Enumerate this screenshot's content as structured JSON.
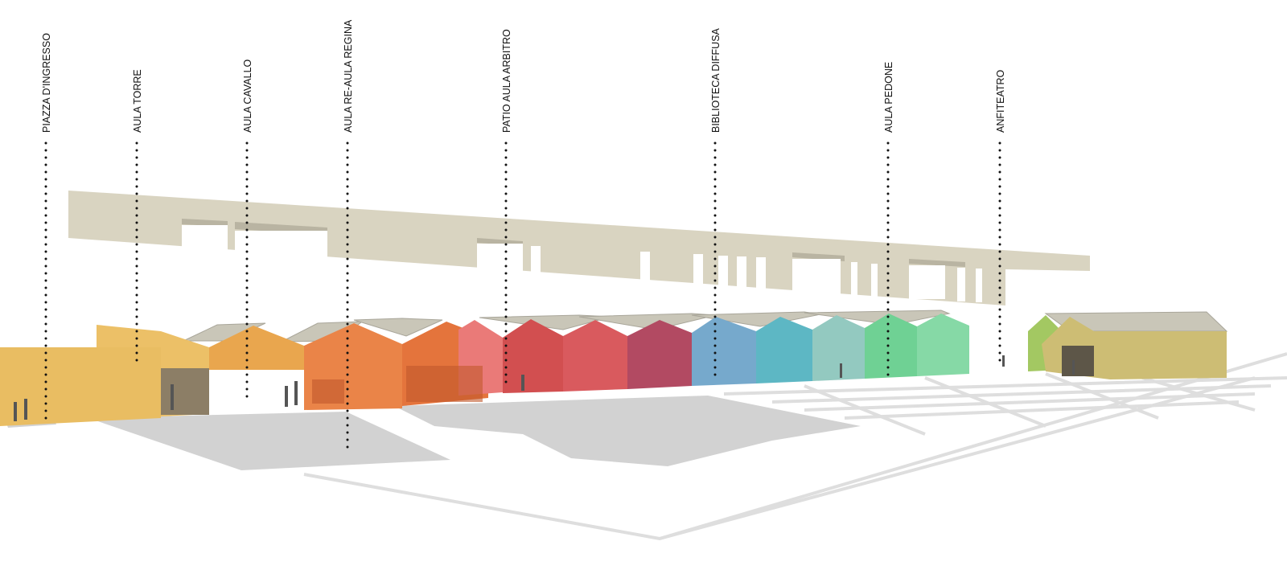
{
  "title": "Sezione prospettica - scuola",
  "labels": [
    {
      "text": "PIAZZA D'INGRESSO"
    },
    {
      "text": "AULA TORRE"
    },
    {
      "text": "AULA CAVALLO"
    },
    {
      "text": "AULA RE-AULA REGINA"
    },
    {
      "text": "PATIO AULA ARBITRO"
    },
    {
      "text": "BIBLIOTECA DIFFUSA"
    },
    {
      "text": "AULA PEDONE"
    },
    {
      "text": "ANFITEATRO"
    }
  ],
  "colors": {
    "piazza": "#e9bd62",
    "torre": "#ecc067",
    "cavallo": "#e9a64e",
    "re": "#ea8448",
    "regina": "#e4743c",
    "patio": "#ea7a78",
    "arbitro1": "#d24f50",
    "arbitro2": "#d95a5e",
    "biblio1": "#b24a62",
    "biblio2": "#76a9cc",
    "biblio3": "#5db7c4",
    "pedone1": "#93c9c0",
    "pedone2": "#6fd194",
    "pedone3": "#86d9a6",
    "anfi_green": "#a3c862",
    "anfi": "#cdbd74",
    "canopy": "#d9d4c1"
  }
}
